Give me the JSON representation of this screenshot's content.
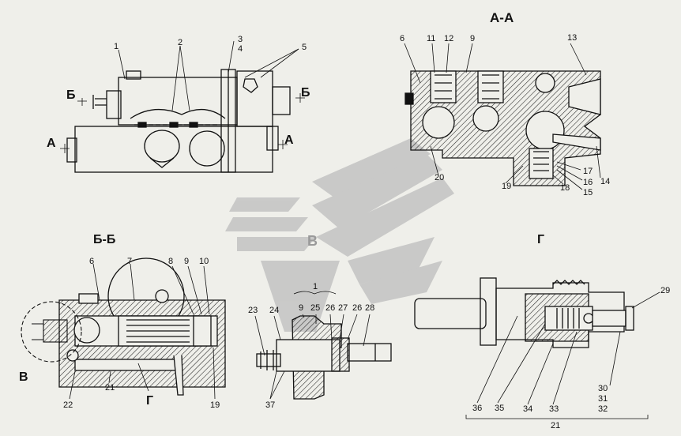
{
  "sections": {
    "aa": "А-А",
    "bb": "Б-Б",
    "g": "Г",
    "cut_b_left": "Б",
    "cut_b_right": "Б",
    "cut_a_left": "А",
    "cut_a_right": "А",
    "view_v": "В",
    "view_g_lower": "Г"
  },
  "watermark": {
    "letter": "В"
  },
  "callouts": {
    "n1": "1",
    "n2": "2",
    "n3": "3",
    "n4": "4",
    "n5": "5",
    "n6": "6",
    "n7": "7",
    "n8": "8",
    "n9": "9",
    "n10": "10",
    "n11": "11",
    "n12": "12",
    "n13": "13",
    "n14": "14",
    "n15": "15",
    "n16": "16",
    "n17": "17",
    "n18": "18",
    "n19": "19",
    "n20": "20",
    "n21": "21",
    "n22": "22",
    "n23": "23",
    "n24": "24",
    "n25": "25",
    "n26": "26",
    "n27": "27",
    "n28": "28",
    "n29": "29",
    "n30": "30",
    "n31": "31",
    "n32": "32",
    "n33": "33",
    "n34": "34",
    "n35": "35",
    "n36": "36",
    "n37": "37"
  },
  "colors": {
    "line": "#111111",
    "background": "#efefea",
    "watermark": "#b8b8b8",
    "hatch": "#222222"
  }
}
